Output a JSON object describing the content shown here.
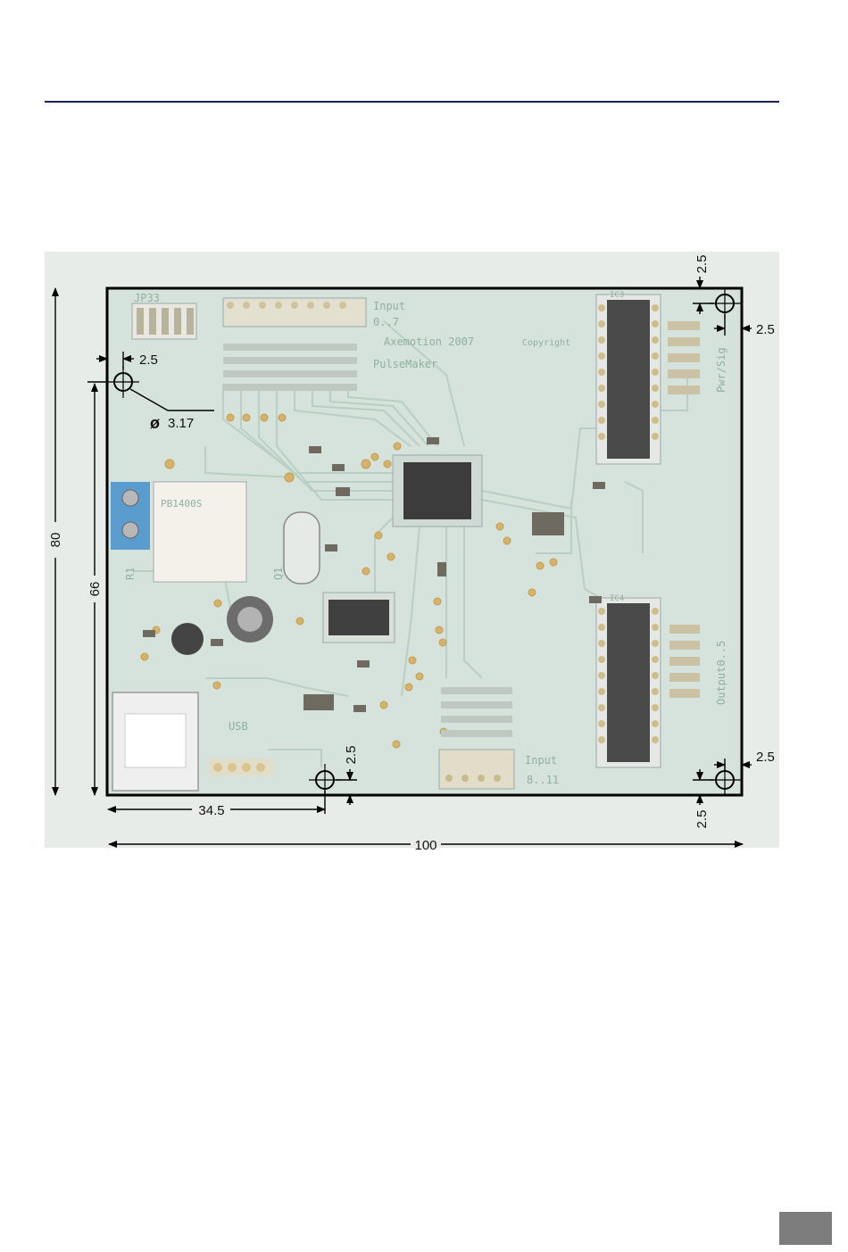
{
  "colors": {
    "header_rule": "#1a2457",
    "board_fill": "#d6e3dc",
    "board_outline": "#000000",
    "photo_background": "#e7ece9",
    "page_tab": "#7d7d7d",
    "dimension_lines": "#000000",
    "silkscreen_text": "#8fb0a0"
  },
  "board": {
    "silkscreen": {
      "jp_label": "JP33",
      "input_low": "Input",
      "input_low_range": "0..7",
      "brand": "Axemotion 2007",
      "copyright": "Copyright",
      "product": "PulseMaker",
      "usb": "USB",
      "input_high": "Input",
      "input_high_range": "8..11",
      "output_label": "Output0..5",
      "pwr_label": "Pwr/Sig",
      "ic3": "IC3",
      "ic4": "IC4",
      "relay_text": "PB1400S",
      "r1": "R1",
      "q1": "Q1"
    }
  },
  "dimensions": {
    "overall_width": "100",
    "overall_height": "80",
    "hole_span_height": "66",
    "hole_offset_x": "34.5",
    "hole_diameter": "3.17",
    "diameter_symbol": "ø",
    "edge_offset_top_left": "2.5",
    "edge_offset_top_right_vertical": "2.5",
    "edge_offset_top_right_horizontal": "2.5",
    "edge_offset_bottom_right_horizontal": "2.5",
    "edge_offset_bottom_right_vertical": "2.5",
    "edge_offset_bottom_middle": "2.5"
  }
}
